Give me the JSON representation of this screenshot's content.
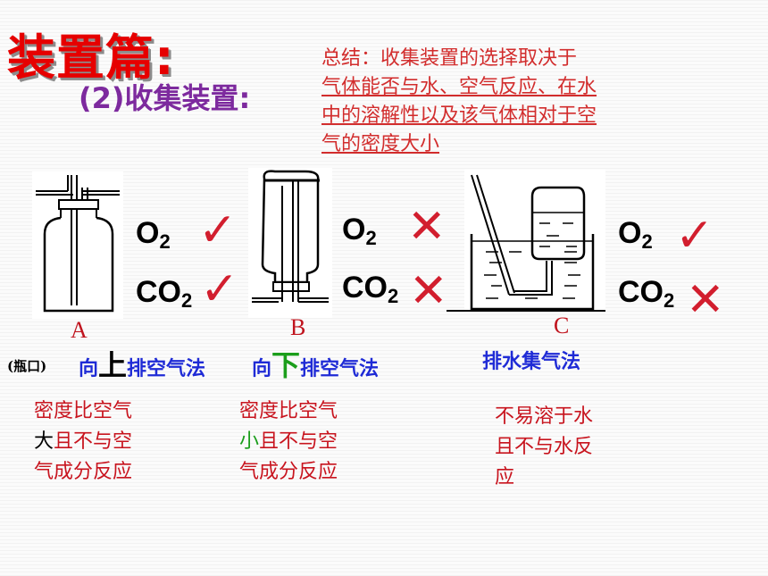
{
  "title": "装置篇:",
  "subtitle": "(2)收集装置:",
  "summary": {
    "line1": "总结：收集装置的选择取决于",
    "line2": "气体能否与水、空气反应、在水",
    "line3": "中的溶解性以及该气体相对于空",
    "line4": "气的密度大小"
  },
  "gases": {
    "o2": "O",
    "co2": "CO",
    "sub": "2"
  },
  "marks": {
    "check": "✓",
    "cross": "✕"
  },
  "apparatus": [
    {
      "letter": "A",
      "o2": "check",
      "co2": "check"
    },
    {
      "letter": "B",
      "o2": "cross",
      "co2": "cross"
    },
    {
      "letter": "C",
      "o2": "check",
      "co2": "cross"
    }
  ],
  "bottle_mouth": "(瓶口)",
  "methods": {
    "up_pre": "向",
    "up_big": "上",
    "up_post": "排空气法",
    "down_pre": "向",
    "down_big": "下",
    "down_post": "排空气法",
    "water": "排水集气法"
  },
  "conditions": {
    "a_l1": "密度比空气",
    "a_l2_dark": "大",
    "a_l2_rest": "且不与空",
    "a_l3": "气成分反应",
    "b_l1": "密度比空气",
    "b_l2_green": "小",
    "b_l2_rest": "且不与空",
    "b_l3": "气成分反应",
    "c_l1": "不易溶于水",
    "c_l2": "且不与水反",
    "c_l3": "应"
  }
}
